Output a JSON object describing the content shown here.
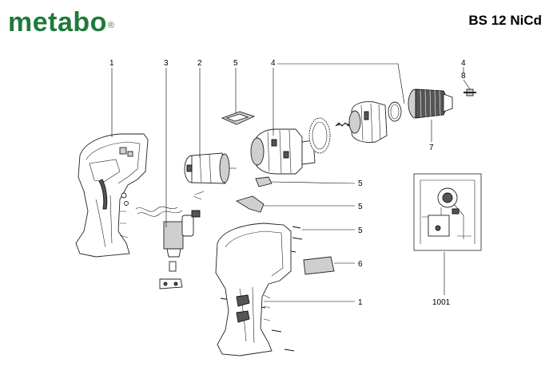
{
  "header": {
    "brand": "metabo",
    "brand_mark": "®",
    "brand_color": "#1f7a3a",
    "model": "BS 12 NiCd"
  },
  "callouts": {
    "c1_top": "1",
    "c3": "3",
    "c2": "2",
    "c5_top": "5",
    "c4_mid": "4",
    "c4_right": "4",
    "c8": "8",
    "c7": "7",
    "c5_a": "5",
    "c5_b": "5",
    "c5_c": "5",
    "c6": "6",
    "c1_bottom": "1",
    "c1001": "1001"
  }
}
